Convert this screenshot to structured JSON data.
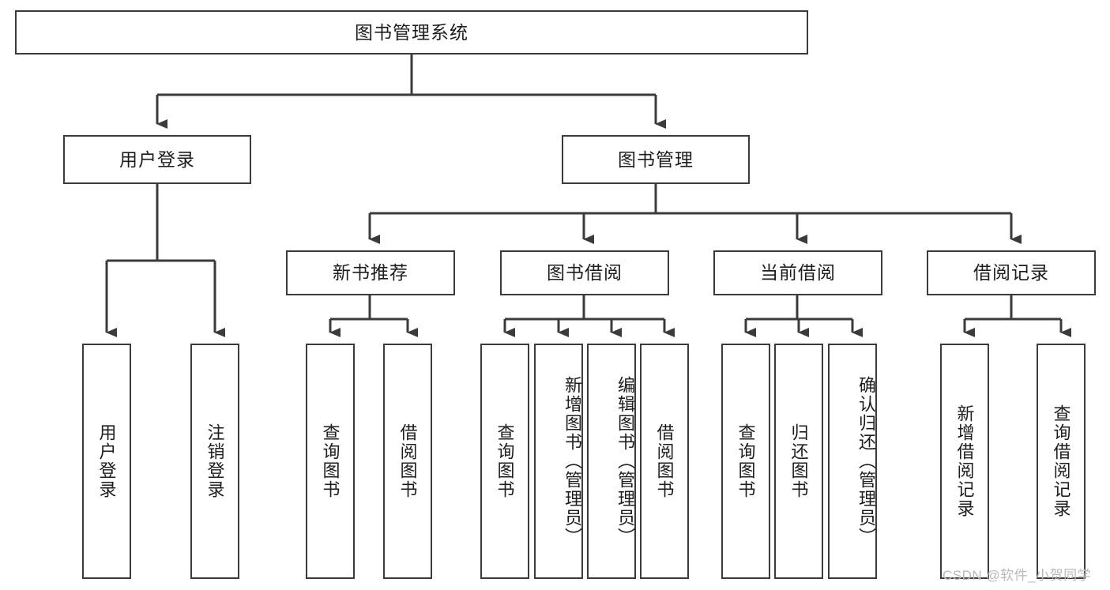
{
  "diagram": {
    "type": "tree-hierarchy",
    "title": "图书管理系统",
    "orientation": "top-down",
    "colors": {
      "box_border": "#3b3b3b",
      "box_fill": "#ffffff",
      "connector": "#3b3b3b",
      "text": "#1d1d1d",
      "watermark": "#b9b9b9",
      "background": "#ffffff"
    },
    "root": {
      "label": "图书管理系统",
      "orientation": "horizontal"
    },
    "level2": [
      {
        "label": "用户登录",
        "orientation": "horizontal"
      },
      {
        "label": "图书管理",
        "orientation": "horizontal"
      }
    ],
    "level3": [
      {
        "label": "新书推荐",
        "orientation": "horizontal",
        "parent": "图书管理"
      },
      {
        "label": "图书借阅",
        "orientation": "horizontal",
        "parent": "图书管理"
      },
      {
        "label": "当前借阅",
        "orientation": "horizontal",
        "parent": "图书管理"
      },
      {
        "label": "借阅记录",
        "orientation": "horizontal",
        "parent": "图书管理"
      }
    ],
    "leaves": {
      "用户登录": [
        {
          "label": "用户登录",
          "orientation": "vertical",
          "align": "middle"
        },
        {
          "label": "注销登录",
          "orientation": "vertical",
          "align": "middle"
        }
      ],
      "新书推荐": [
        {
          "label": "查询图书",
          "orientation": "vertical",
          "align": "middle"
        },
        {
          "label": "借阅图书",
          "orientation": "vertical",
          "align": "middle"
        }
      ],
      "图书借阅": [
        {
          "label": "查询图书",
          "orientation": "vertical",
          "align": "middle"
        },
        {
          "label": "新增图书（管理员）",
          "orientation": "vertical",
          "align": "top"
        },
        {
          "label": "编辑图书（管理员）",
          "orientation": "vertical",
          "align": "top"
        },
        {
          "label": "借阅图书",
          "orientation": "vertical",
          "align": "middle"
        }
      ],
      "当前借阅": [
        {
          "label": "查询图书",
          "orientation": "vertical",
          "align": "middle"
        },
        {
          "label": "归还图书",
          "orientation": "vertical",
          "align": "middle"
        },
        {
          "label": "确认归还（管理员）",
          "orientation": "vertical",
          "align": "top"
        }
      ],
      "借阅记录": [
        {
          "label": "新增借阅记录",
          "orientation": "vertical",
          "align": "middle"
        },
        {
          "label": "查询借阅记录",
          "orientation": "vertical",
          "align": "middle"
        }
      ]
    }
  },
  "watermark": {
    "text": "CSDN @软件_小贺同学"
  }
}
